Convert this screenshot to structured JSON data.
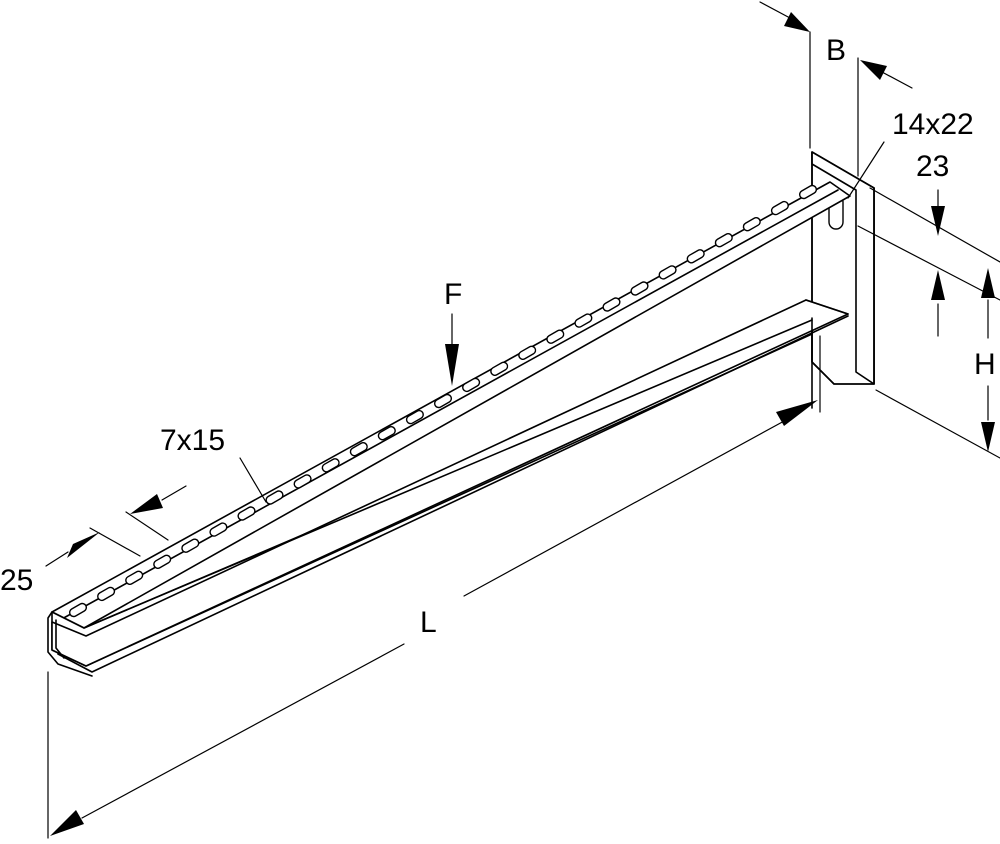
{
  "labels": {
    "b": "B",
    "slot_top": "14x22",
    "slot_top_offset": "23",
    "h": "H",
    "f": "F",
    "slot_arm": "7x15",
    "width_25": "25",
    "l": "L"
  },
  "colors": {
    "line": "#000000",
    "background": "#ffffff"
  },
  "slot_count": 27
}
